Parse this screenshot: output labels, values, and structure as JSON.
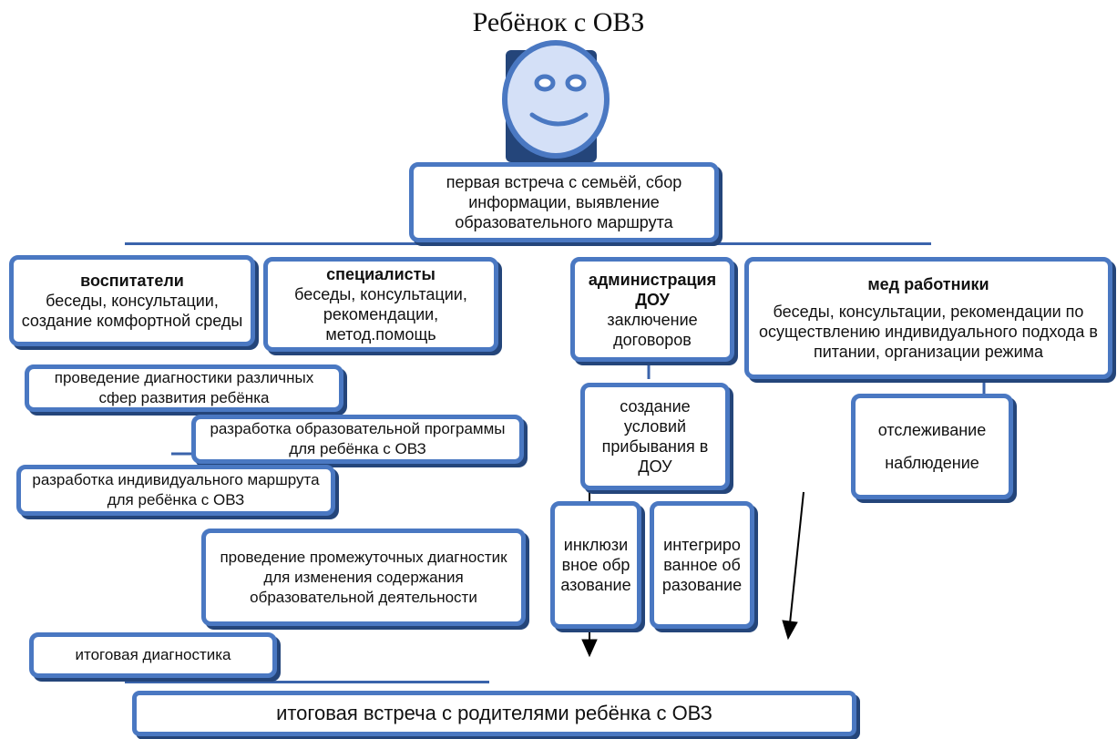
{
  "title": "Ребёнок с ОВЗ",
  "colors": {
    "box_border": "#4a78c2",
    "box_shadow": "#24457a",
    "face_fill": "#d4e0f7",
    "arrow": "#000000"
  },
  "face_icon": "smiley-face-icon",
  "first_meeting": "первая встреча с семьёй, сбор информации, выявление образовательного маршрута",
  "educators": {
    "heading": "воспитатели",
    "text": "беседы, консультации, создание комфортной среды"
  },
  "specialists": {
    "heading": "специалисты",
    "text": "беседы, консультации, рекомендации, метод.помощь"
  },
  "administration": {
    "heading": "администрация ДОУ",
    "text": "заключение договоров"
  },
  "medical": {
    "heading": "мед работники",
    "text": "беседы, консультации, рекомендации по осуществлению индивидуального подхода в питании, организации режима"
  },
  "diagnostics": "проведение диагностики различных сфер развития ребёнка",
  "program": "разработка образовательной программы для ребёнка с ОВЗ",
  "route": "разработка индивидуального маршрута для ребёнка с ОВЗ",
  "intermediate": "проведение промежуточных диагностик для изменения содержания образовательной деятельности",
  "final_diagnostics": "итоговая диагностика",
  "conditions": "создание условий прибывания в ДОУ",
  "inclusive": "инклюзивное образование",
  "integrated": "интегрированное образование",
  "monitoring_line1": "отслеживание",
  "monitoring_line2": "наблюдение",
  "final_meeting": "итоговая встреча с родителями ребёнка с ОВЗ"
}
